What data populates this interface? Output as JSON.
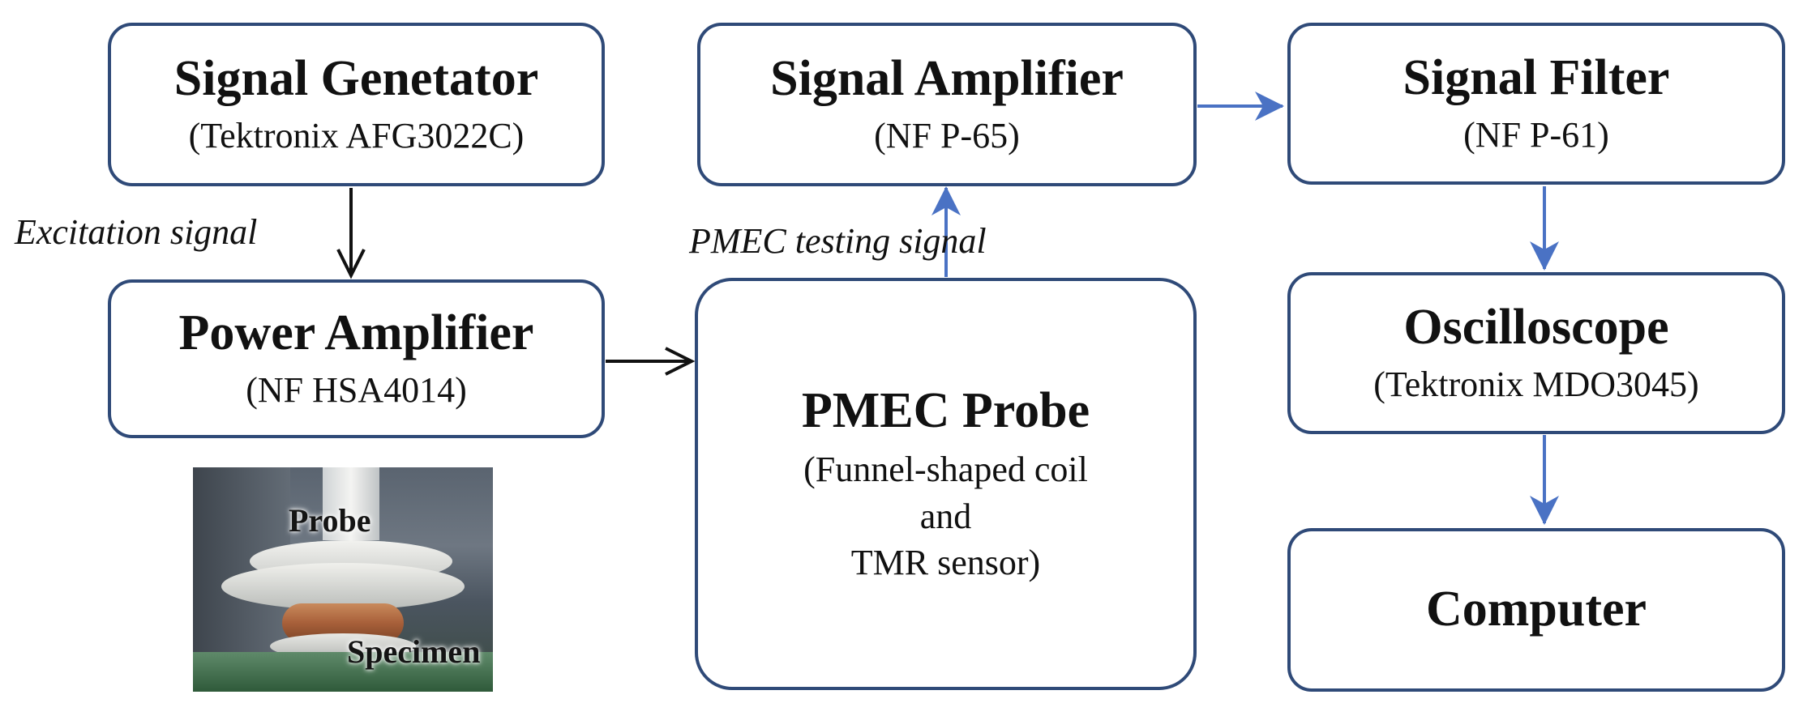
{
  "boxes": {
    "signal_generator": {
      "title": "Signal Genetator",
      "sub": "(Tektronix AFG3022C)"
    },
    "power_amplifier": {
      "title": "Power Amplifier",
      "sub": "(NF HSA4014)"
    },
    "signal_amplifier": {
      "title": "Signal Amplifier",
      "sub": "(NF P-65)"
    },
    "pmec_probe": {
      "title": "PMEC Probe",
      "lines": [
        "(Funnel-shaped coil",
        "and",
        "TMR sensor)"
      ]
    },
    "signal_filter": {
      "title": "Signal Filter",
      "sub": "(NF P-61)"
    },
    "oscilloscope": {
      "title": "Oscilloscope",
      "sub": "(Tektronix MDO3045)"
    },
    "computer": {
      "title": "Computer"
    }
  },
  "edge_labels": {
    "excitation": "Excitation signal",
    "pmec_testing": "PMEC testing signal"
  },
  "photo": {
    "probe_label": "Probe",
    "specimen_label": "Specimen"
  },
  "colors": {
    "box_border": "#2f4a78",
    "arrow_black": "#111111",
    "arrow_blue": "#4a72c4"
  }
}
